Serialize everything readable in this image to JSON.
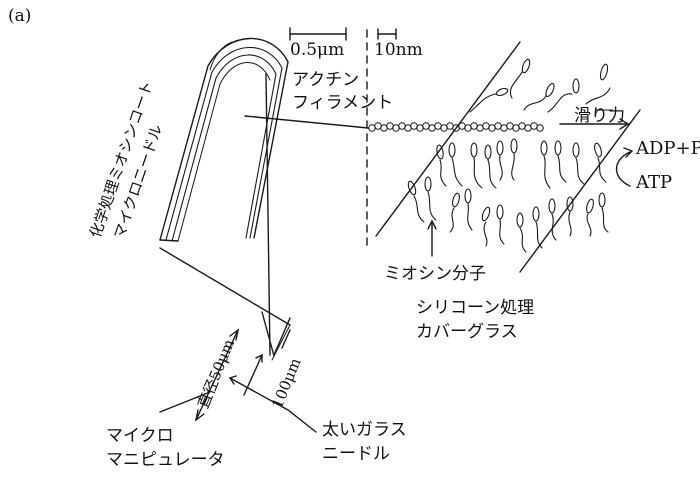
{
  "panel_label": "(a)",
  "scale_bars": {
    "micro": "0.5μm",
    "nano": "10nm"
  },
  "labels": {
    "actin_line1": "アクチン",
    "actin_line2": "フィラメント",
    "sliding_force": "滑り力",
    "adp_pi": "ADP+Pi",
    "atp": "ATP",
    "myosin_molecule": "ミオシン分子",
    "silicone_line1": "シリコーン処理",
    "silicone_line2": "カバーグラス",
    "needle_line1": "化学処理ミオシンコート",
    "needle_line2": "マイクロニードル",
    "diameter": "直径50μm",
    "length": "100μm",
    "manipulator_line1": "マイクロ",
    "manipulator_line2": "マニピュレータ",
    "thick_line1": "太いガラス",
    "thick_line2": "ニードル"
  },
  "colors": {
    "ink": "#1a1a1a",
    "paper": "#ffffff"
  }
}
